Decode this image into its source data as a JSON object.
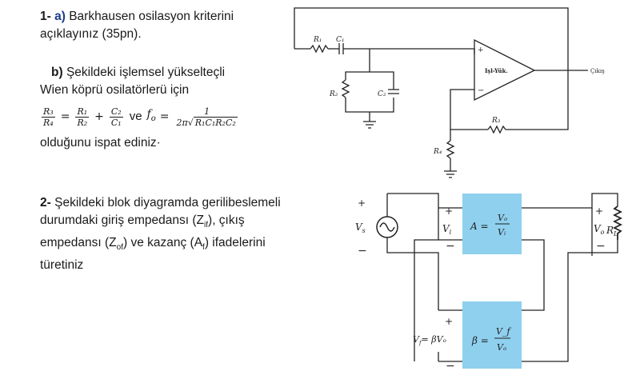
{
  "q1": {
    "number": "1-",
    "a_label": "a)",
    "a_text_line1": "Barkhausen osilasyon kriterini",
    "a_text_line2": "açıklayınız (35pn).",
    "b_label": "b)",
    "b_text_line1": "Şekildeki işlemsel yükselteçli",
    "b_text_line2": "Wien köprü osilatörlerü için",
    "formula": {
      "lhs_num": "R₃",
      "lhs_den": "R₄",
      "t1_num": "R₁",
      "t1_den": "R₂",
      "t2_num": "C₂",
      "t2_den": "C₁",
      "connector": "ve",
      "f_label": "f",
      "f_sub": "o",
      "f_num": "1",
      "f_den_prefix": "2π",
      "f_den_root": "R₁C₁R₂C₂"
    },
    "b_text_line3": "olduğunu ispat ediniz·"
  },
  "q2": {
    "number": "2-",
    "line1": "Şekildeki blok diyagramda gerilibeslemeli",
    "line2": "durumdaki giriş empedansı (Z",
    "line2_sub": "if",
    "line2_b": "), çıkış",
    "line3": "empedansı (Z",
    "line3_sub": "of",
    "line3_b": ") ve kazanç (A",
    "line3_sub2": "f",
    "line3_c": ") ifadelerini",
    "line4": "türetiniz"
  },
  "wien": {
    "r1": "R₁",
    "c1": "C₁",
    "r2": "R₂",
    "c2": "C₂",
    "r3": "R₃",
    "r4": "R₄",
    "opamp_label": "Işl-Yük.",
    "output": "Çıkış",
    "plus": "+",
    "minus": "−"
  },
  "block": {
    "vs_label": "V",
    "vs_sub": "s",
    "vi_label": "V",
    "vi_sub": "i",
    "a_label": "A =",
    "a_num": "Vₒ",
    "a_den": "Vᵢ",
    "vo_label": "V",
    "vo_sub": "o",
    "rl_label": "R",
    "rl_sub": "L",
    "vf_expr": "V",
    "vf_sub": "f",
    "vf_rest": "= βVₒ",
    "beta_label": "β =",
    "beta_num": "V_f",
    "beta_den": "Vₒ",
    "plus": "+",
    "minus": "−",
    "block_color": "#8fd0ef"
  }
}
